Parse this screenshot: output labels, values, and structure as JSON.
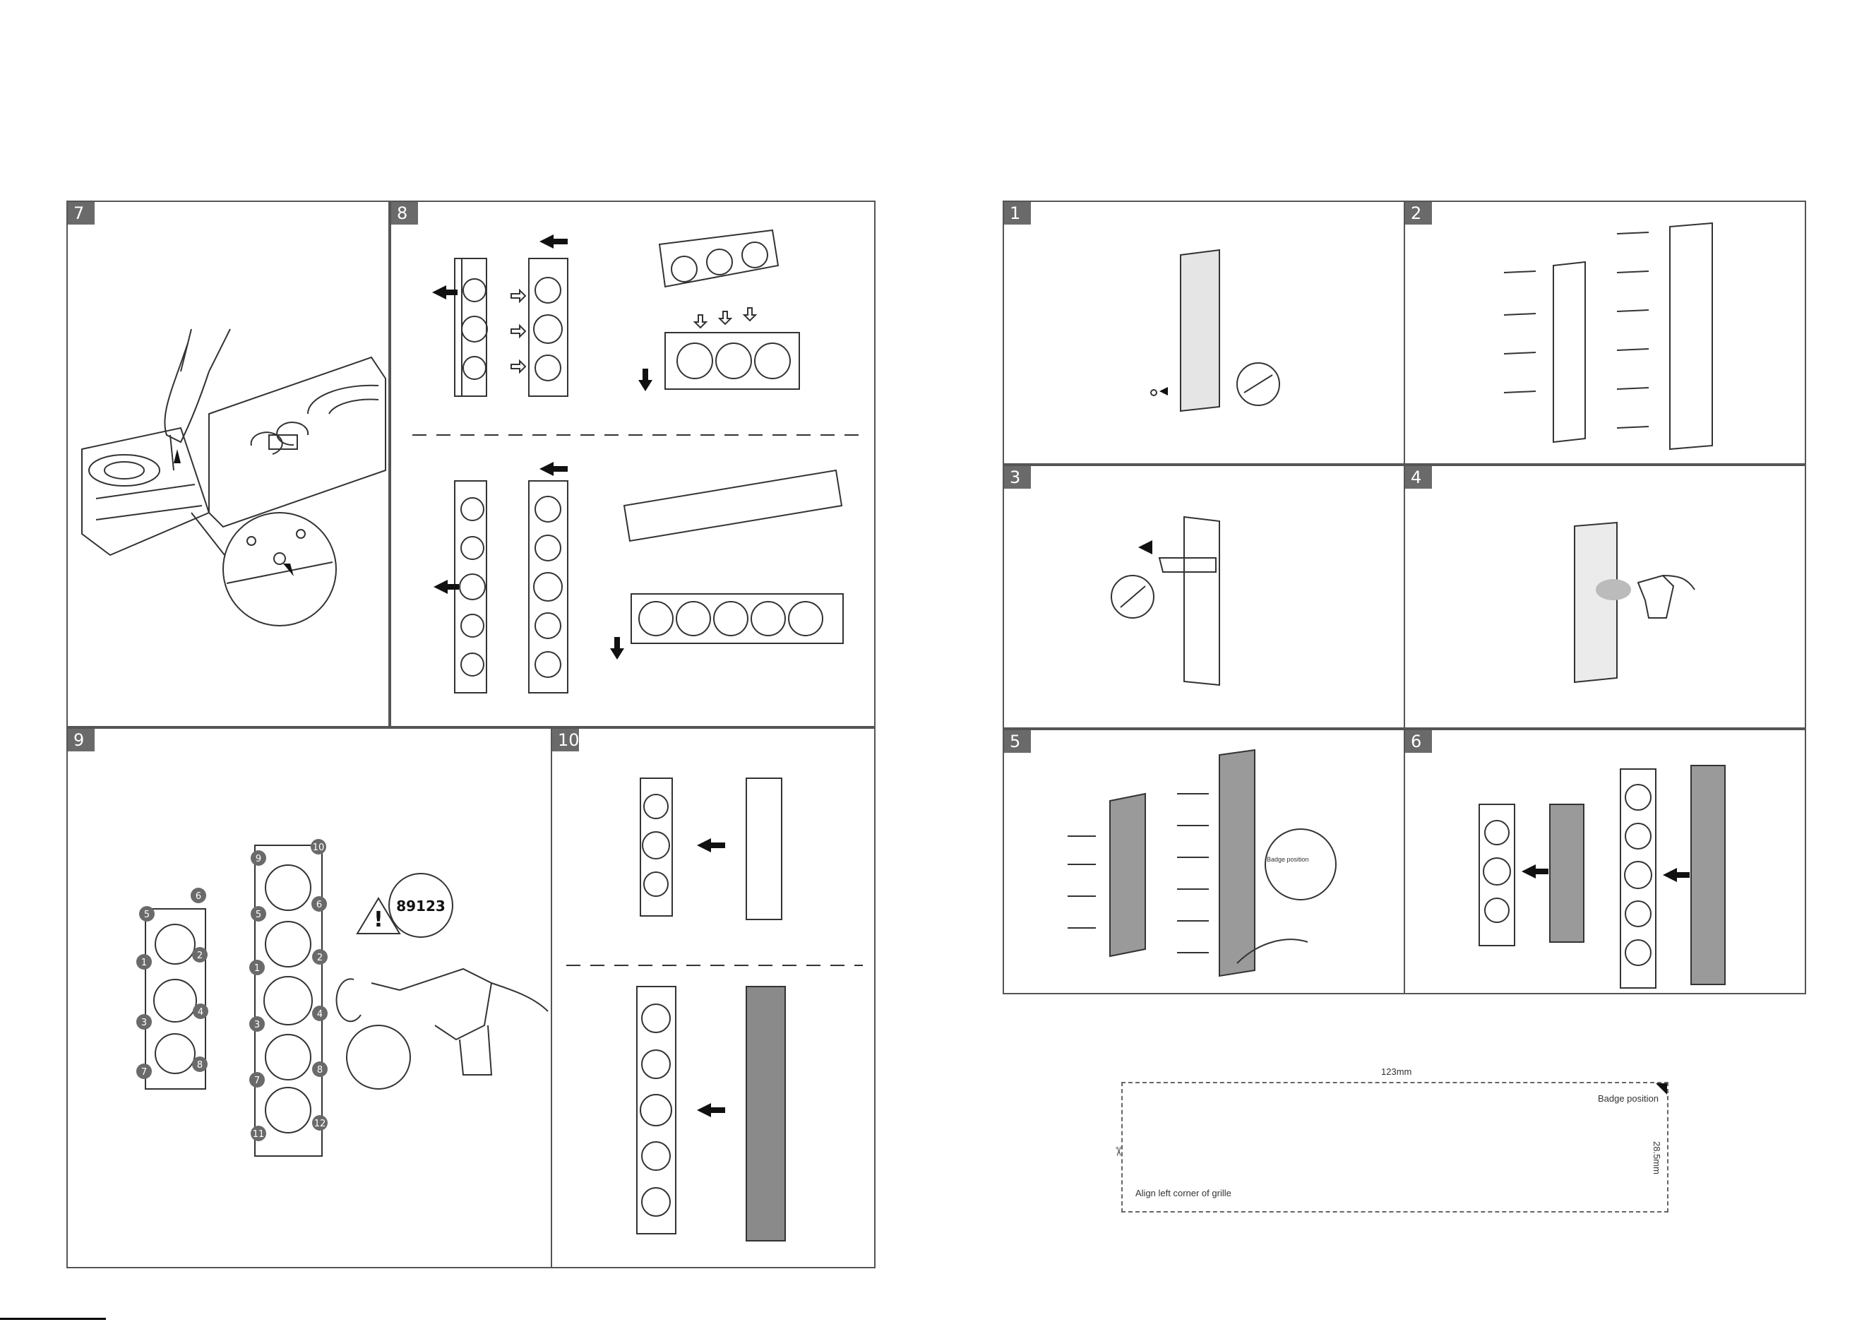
{
  "steps": {
    "s7": "7",
    "s8": "8",
    "s9": "9",
    "s10": "10",
    "s1": "1",
    "s2": "2",
    "s3": "3",
    "s4": "4",
    "s5": "5",
    "s6": "6"
  },
  "step9": {
    "small_labels": [
      "5",
      "6",
      "1",
      "2",
      "3",
      "4",
      "7",
      "8"
    ],
    "large_labels": [
      "9",
      "10",
      "5",
      "6",
      "1",
      "2",
      "3",
      "4",
      "7",
      "8",
      "11",
      "12"
    ],
    "dial_text": "89123"
  },
  "step5": {
    "badge_label": "Badge position"
  },
  "template": {
    "width_label": "123mm",
    "height_label": "28.5mm",
    "badge_label": "Badge position",
    "align_label": "Align left corner of grille"
  }
}
